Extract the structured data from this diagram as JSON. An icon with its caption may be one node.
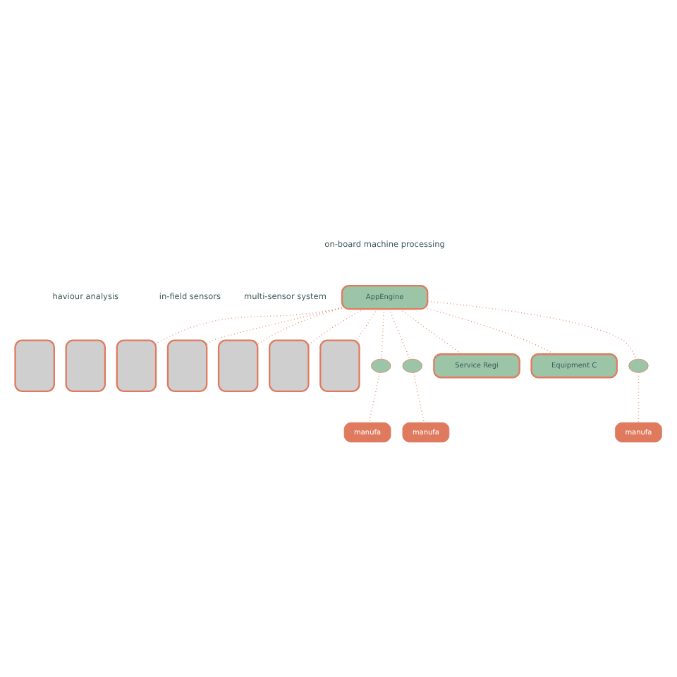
{
  "diagram": {
    "nodes": [
      {
        "text": [],
        "shape": "box"
      },
      {
        "text": [],
        "shape": "box"
      },
      {
        "text": [],
        "shape": "box"
      },
      {
        "text": [],
        "shape": "box"
      },
      {
        "text": [],
        "shape": "box"
      },
      {
        "text": [],
        "shape": "box"
      },
      {
        "text": [],
        "shape": "box"
      },
      {
        "text": [
          "AppEngine"
        ]
      },
      {
        "text": [
          "Service Regi"
        ]
      },
      {
        "text": [
          "Equipment C"
        ]
      },
      {
        "text": [],
        "shape": "cloud"
      },
      {
        "text": [],
        "shape": "cloud"
      },
      {
        "text": [],
        "shape": "cloud"
      },
      {
        "text": [
          "manufa"
        ]
      },
      {
        "text": [
          "manufa"
        ]
      },
      {
        "text": [
          "manufa"
        ]
      }
    ],
    "edges": [
      {
        "from": 7,
        "to": 0,
        "arrow": "none"
      },
      {
        "from": 7,
        "to": 1,
        "arrow": "none"
      },
      {
        "from": 7,
        "to": 2,
        "arrow": "none"
      },
      {
        "from": 7,
        "to": 3,
        "arrow": "none"
      },
      {
        "from": 7,
        "to": 6,
        "arrow": "none"
      },
      {
        "from": 7,
        "to": 8,
        "arrow": "none"
      },
      {
        "from": 7,
        "to": 9,
        "arrow": "none"
      },
      {
        "from": 7,
        "to": 10,
        "arrow": "none"
      },
      {
        "from": 7,
        "to": 11,
        "arrow": "none"
      },
      {
        "from": 7,
        "to": 12,
        "arrow": "none"
      },
      {
        "from": 10,
        "to": 13,
        "arrow": "none"
      },
      {
        "from": 11,
        "to": 14,
        "arrow": "none"
      },
      {
        "from": 12,
        "to": 15,
        "arrow": "none"
      }
    ],
    "labels": [
      "in-field sensors",
      "multi-sensor system",
      "haviour analysis",
      "on-board machine processing"
    ]
  }
}
